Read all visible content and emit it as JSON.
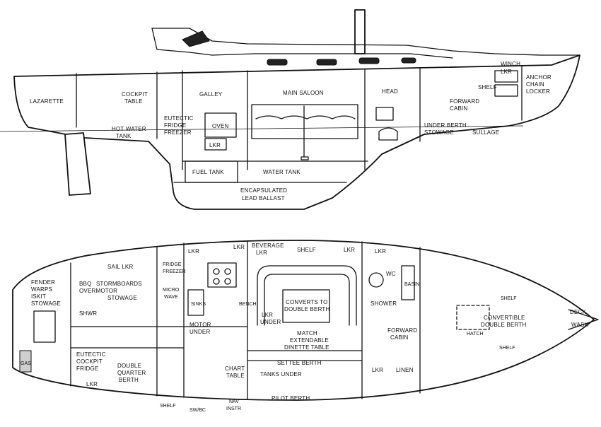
{
  "profile": {
    "lazarette": "LAZARETTE",
    "cockpit_table": [
      "COCKPIT",
      "TABLE"
    ],
    "galley": "GALLEY",
    "main_saloon": "MAIN SALOON",
    "head": "HEAD",
    "winch_lkr": [
      "WINCH",
      "LKR"
    ],
    "anchor_chain_locker": [
      "ANCHOR",
      "CHAIN",
      "LOCKER"
    ],
    "shelf": "SHELF",
    "forward_cabin": [
      "FORWARD",
      "CABIN"
    ],
    "hot_water_tank": [
      "HOT WATER",
      "TANK"
    ],
    "eutectic_fridge_freezer": [
      "EUTECTIC",
      "FRIDGE",
      "FREEZER"
    ],
    "oven": "OVEN",
    "lkr": "LKR",
    "under_berth_stowage": [
      "UNDER BERTH",
      "STOWAGE"
    ],
    "sullage": "SULLAGE",
    "fuel_tank": "FUEL TANK",
    "water_tank": "WATER TANK",
    "encapsulated_lead_ballast": [
      "ENCAPSULATED",
      "LEAD BALLAST"
    ]
  },
  "plan": {
    "fender_warps": [
      "FENDER",
      "WARPS",
      "ISKIT",
      "STOWAGE"
    ],
    "sail_lkr": "SAIL LKR",
    "bbq": [
      "BBQ",
      "OVERMOTOR"
    ],
    "stormboards": [
      "STORMBOARDS",
      "STOWAGE"
    ],
    "shwr": "SHWR",
    "fridge_freezer": [
      "FRIDGE",
      "FREEZER"
    ],
    "micro_wave": [
      "MICRO",
      "WAVE"
    ],
    "lkr": "LKR",
    "beverage_lkr": [
      "BEVERAGE",
      "LKR"
    ],
    "shelf": "SHELF",
    "sinks": "SINKS",
    "bench": "BENCH",
    "converts_double": [
      "CONVERTS TO",
      "DOUBLE BERTH"
    ],
    "lkr_under": [
      "LKR",
      "UNDER"
    ],
    "match_table": [
      "MATCH",
      "EXTENDABLE",
      "DINETTE TABLE"
    ],
    "wc": "WC",
    "basin": "BASIN",
    "shower": "SHOWER",
    "forward_cabin": [
      "FORWARD",
      "CABIN"
    ],
    "convertible_double": [
      "CONVERTIBLE",
      "DOUBLE BERTH"
    ],
    "hatch": "HATCH",
    "deck_wash": [
      "DECK",
      "WASH"
    ],
    "shelf_short": "SHELF",
    "motor_under": [
      "MOTOR",
      "UNDER"
    ],
    "eutectic_cockpit_fridge": [
      "EUTECTIC",
      "COCKPIT",
      "FRIDGE"
    ],
    "double_quarter_berth": [
      "DOUBLE",
      "QUARTER",
      "BERTH"
    ],
    "gas": "GAS",
    "chart_table": [
      "CHART",
      "TABLE"
    ],
    "nav_instr": [
      "NAV",
      "INSTR"
    ],
    "settee_berth": "SETTEE BERTH",
    "tanks_under": "TANKS UNDER",
    "pilot_berth": "PILOT BERTH",
    "linen": "LINEN",
    "sw_bc": "SW/BC"
  }
}
